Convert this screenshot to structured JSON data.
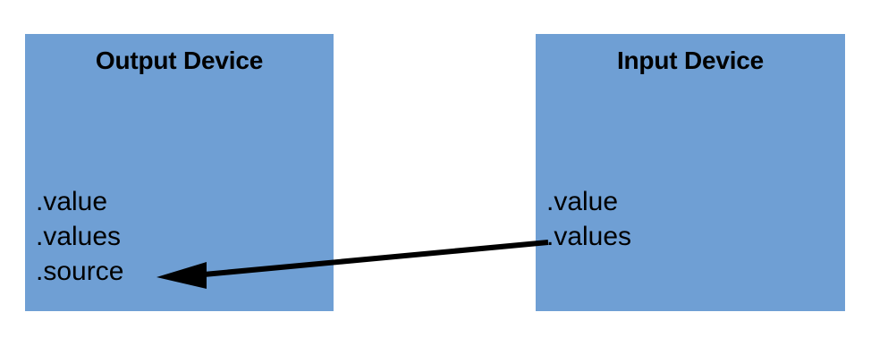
{
  "diagram": {
    "background_color": "#ffffff",
    "box_color": "#6f9fd4",
    "text_color": "#000000",
    "boxes": [
      {
        "id": "output-device",
        "title": "Output Device",
        "attributes": [
          ".value",
          ".values",
          ".source"
        ]
      },
      {
        "id": "input-device",
        "title": "Input Device",
        "attributes": [
          ".value",
          ".values"
        ]
      }
    ],
    "connector": {
      "name": "values-to-source-arrow",
      "from": "input-device.values",
      "to": "output-device.source",
      "direction": "right-to-left",
      "color": "#000000",
      "style": "solid-arrow"
    }
  }
}
